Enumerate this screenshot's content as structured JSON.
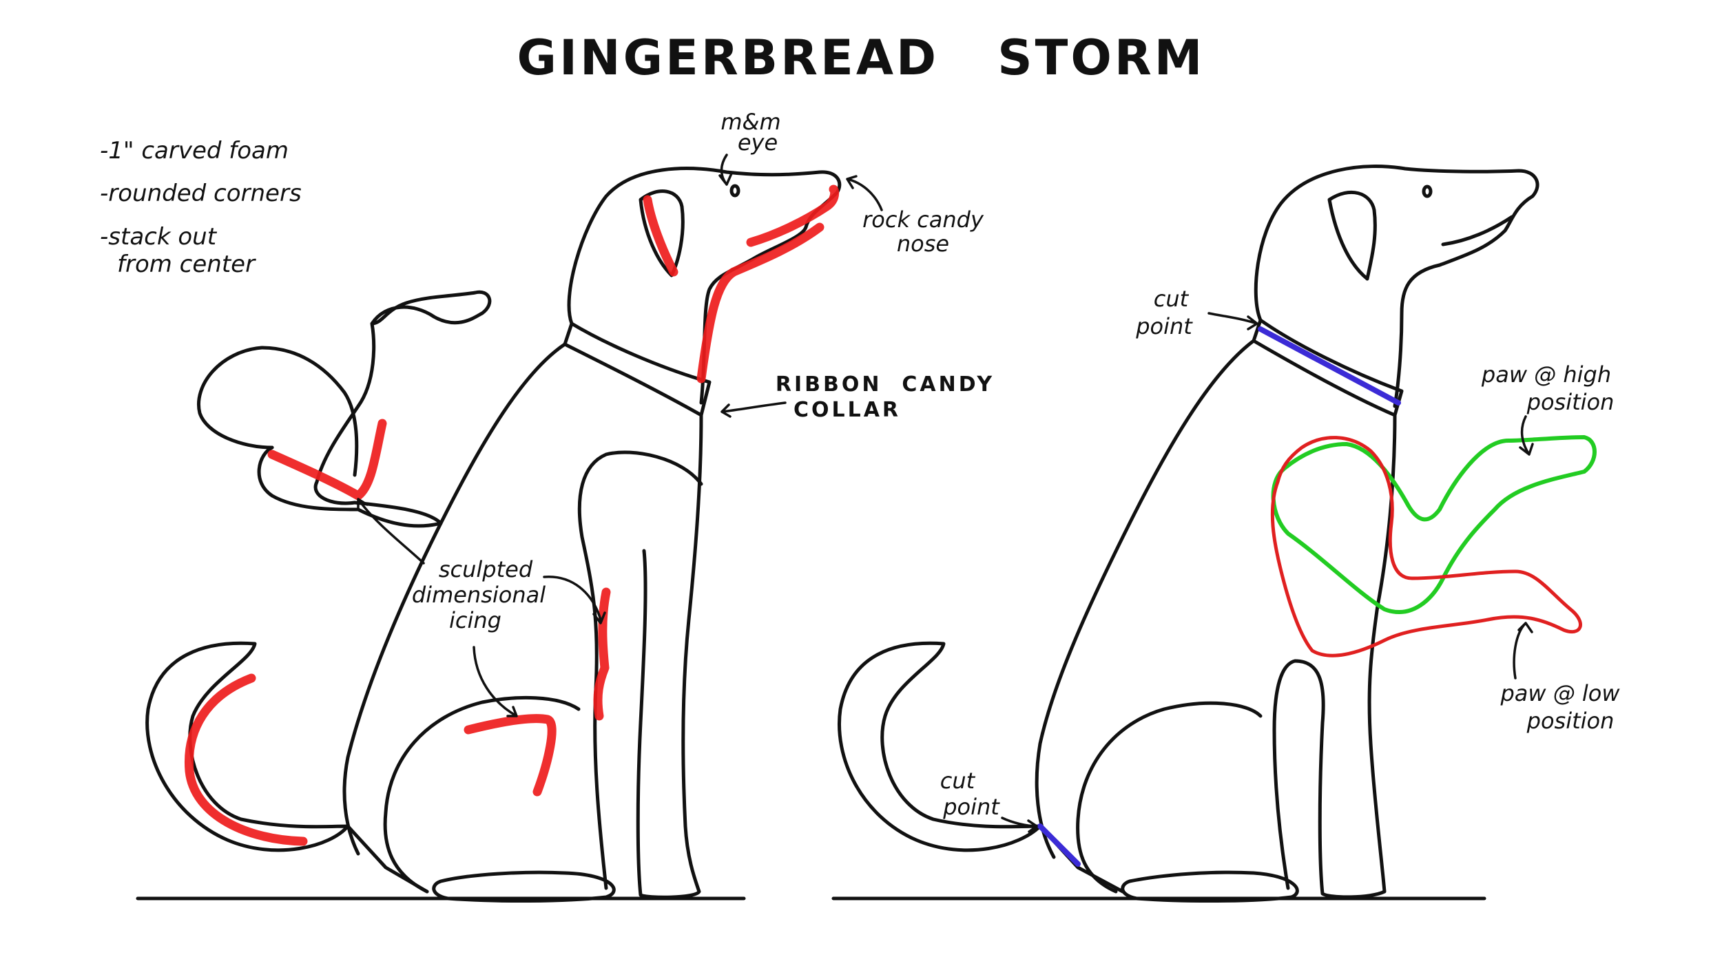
{
  "title": "GINGERBREAD   STORM",
  "notes": [
    "-1\" carved foam",
    "-rounded corners",
    "-stack out",
    "from center"
  ],
  "labels": {
    "eye": [
      "m&m",
      "eye"
    ],
    "nose": [
      "rock candy",
      "nose"
    ],
    "collar": [
      "RIBBON  CANDY",
      "COLLAR"
    ],
    "icing": [
      "sculpted",
      "dimensional",
      "icing"
    ],
    "cut_neck": [
      "cut",
      "point"
    ],
    "cut_tail": [
      "cut",
      "point"
    ],
    "paw_high": [
      "paw @ high",
      "position"
    ],
    "paw_low": [
      "paw @ low",
      "position"
    ]
  },
  "colors": {
    "outline": "#111111",
    "icing": "#ee1c1c",
    "cut_point": "#3b2bd6",
    "paw_high": "#22cc22",
    "paw_low": "#e02020"
  }
}
